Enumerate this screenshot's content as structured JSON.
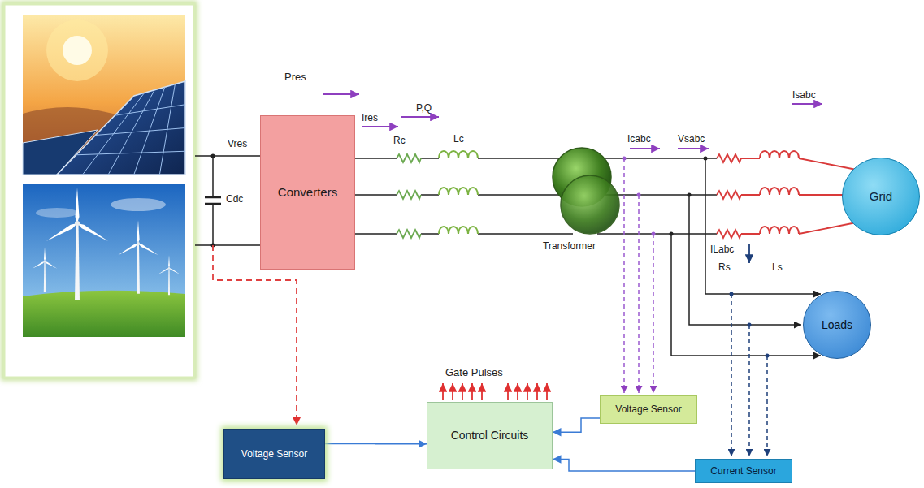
{
  "diagram": {
    "nodes": [
      {
        "text": [
          "Converters"
        ]
      },
      {
        "text": [
          "Grid"
        ]
      },
      {
        "text": [
          "Loads"
        ]
      },
      {
        "text": [
          "Voltage Sensor"
        ]
      },
      {
        "text": [
          "Control Circuits"
        ]
      },
      {
        "text": [
          "Voltage Sensor"
        ]
      },
      {
        "text": [
          "Current Sensor"
        ]
      }
    ],
    "edges": [
      {
        "from": 3,
        "to": 4,
        "arrow": "to"
      },
      {
        "from": 5,
        "to": 4,
        "arrow": "to"
      },
      {
        "from": 6,
        "to": 4,
        "arrow": "to"
      }
    ],
    "labels": [
      "Pres",
      "Ires",
      "P,Q",
      "Rc",
      "Lc",
      "Vres",
      "Cdc",
      "Transformer",
      "Icabc",
      "Vsabc",
      "Isabc",
      "Rs",
      "Ls",
      "ILabc",
      "Gate Pulses"
    ]
  }
}
